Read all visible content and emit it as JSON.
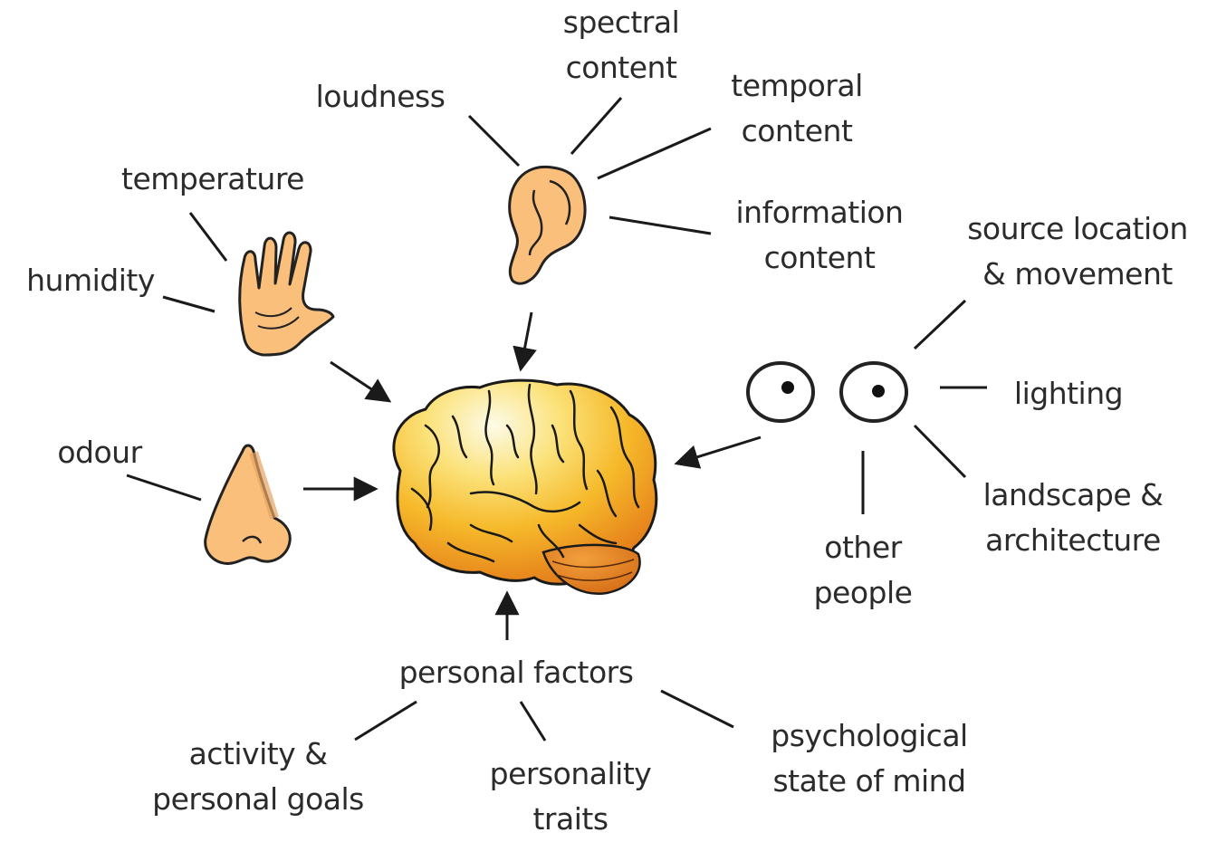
{
  "labels": {
    "spectral_content": [
      "spectral",
      "content"
    ],
    "loudness": "loudness",
    "temporal_content": [
      "temporal",
      "content"
    ],
    "information_content": [
      "information",
      "content"
    ],
    "temperature": "temperature",
    "humidity": "humidity",
    "odour": "odour",
    "source_location": [
      "source location",
      "& movement"
    ],
    "lighting": "lighting",
    "landscape": [
      "landscape &",
      "architecture"
    ],
    "other_people": [
      "other",
      "people"
    ],
    "personal_factors": "personal factors",
    "activity_goals": [
      "activity &",
      "personal goals"
    ],
    "personality_traits": [
      "personality",
      "traits"
    ],
    "psychological_state": [
      "psychological",
      "state of mind"
    ]
  },
  "icons": [
    "ear-icon",
    "hand-icon",
    "nose-icon",
    "eyes-icon",
    "brain-icon"
  ],
  "colors": {
    "skin": "#fbbf7c",
    "brain_light": "#fdf5c8",
    "brain_mid": "#f7c52a",
    "brain_dark": "#e8801c",
    "line": "#1a1a1a"
  }
}
